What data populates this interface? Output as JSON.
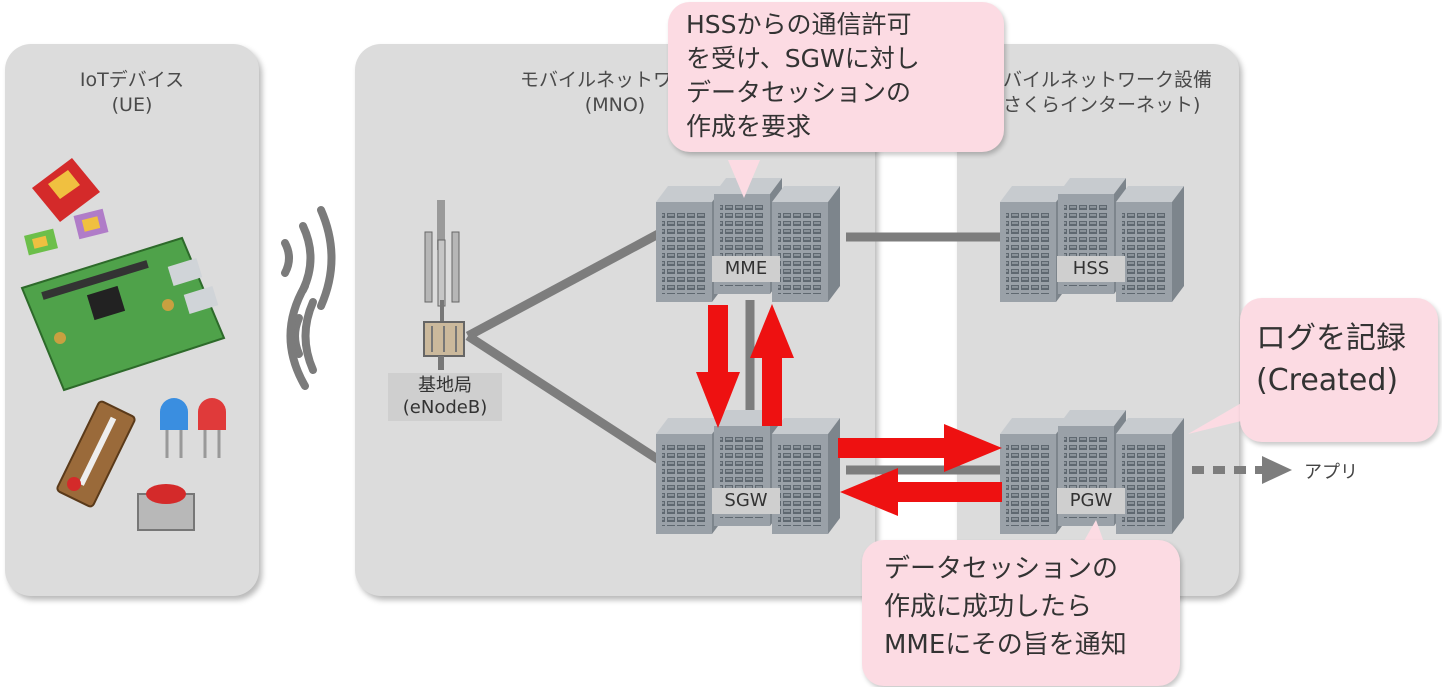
{
  "panels": {
    "ue": {
      "title_line1": "IoTデバイス",
      "title_line2": "(UE)"
    },
    "mno": {
      "title_line1": "モバイルネットワーク",
      "title_line2": "(MNO)"
    },
    "sakura": {
      "title_line1": "モバイルネットワーク設備",
      "title_line2": "(さくらインターネット)"
    }
  },
  "nodes": {
    "enodeb": {
      "line1": "基地局",
      "line2": "(eNodeB)"
    },
    "mme": "MME",
    "sgw": "SGW",
    "hss": "HSS",
    "pgw": "PGW"
  },
  "app_label": "アプリ",
  "callouts": {
    "hss_permission": "HSSからの通信許可\nを受け、SGWに対し\nデータセッションの\n作成を要求",
    "log_record": "ログを記録\n(Created)",
    "session_success": "データセッションの\n作成に成功したら\nMMEにその旨を通知"
  },
  "colors": {
    "panel_bg": "#dcdcdc",
    "callout_bg": "#fcdbe3",
    "arrow_red": "#ee1111",
    "link_gray": "#7d7d7d",
    "server_gray": "#9fa5ab"
  },
  "icons": [
    "sim-card-icon",
    "raspberry-pi-board-icon",
    "thermometer-icon",
    "led-icon",
    "on-button-icon",
    "wireless-signal-icon",
    "antenna-tower-icon",
    "server-rack-icon"
  ]
}
